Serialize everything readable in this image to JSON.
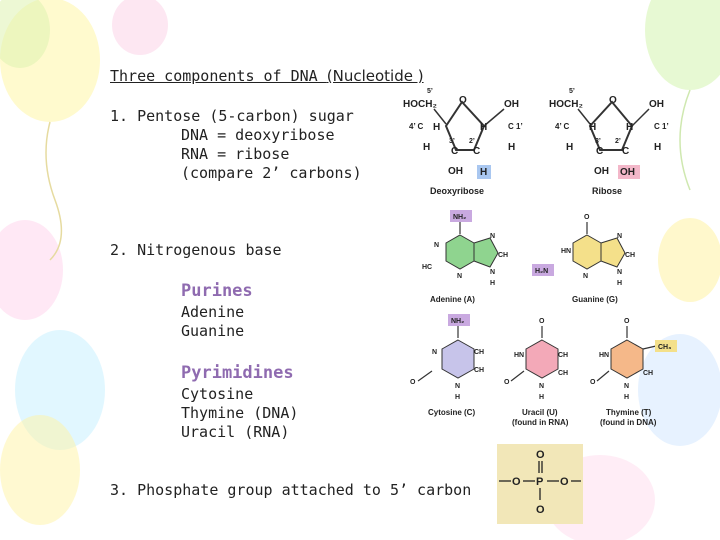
{
  "title_prefix": "Three components of DNA ",
  "title_paren": "(Nucleotide )",
  "section1": {
    "heading": "1. Pentose (5-carbon) sugar",
    "lines": [
      "DNA = deoxyribose",
      "RNA = ribose",
      "(compare 2’ carbons)"
    ]
  },
  "section2": {
    "heading": "2. Nitrogenous base",
    "purines_heading": "Purines",
    "purines": [
      "Adenine",
      "Guanine"
    ],
    "pyrimidines_heading": "Pyrimidines",
    "pyrimidines": [
      "Cytosine",
      "Thymine (DNA)",
      "Uracil (RNA)"
    ]
  },
  "section3": {
    "heading": "3. Phosphate group attached to 5’ carbon"
  },
  "sugars": {
    "deoxyribose_label": "Deoxyribose",
    "ribose_label": "Ribose",
    "hoch2": "HOCH₂",
    "oh": "OH",
    "h": "H",
    "o": "O",
    "c": "C",
    "c1": "C 1’",
    "c4": "4’ C",
    "c2": "2’",
    "c3": "3’",
    "five": "5’"
  },
  "bases": {
    "adenine": "Adenine (A)",
    "guanine": "Guanine (G)",
    "cytosine": "Cytosine (C)",
    "uracil_line1": "Uracil (U)",
    "uracil_line2": "(found in RNA)",
    "thymine_line1": "Thymine (T)",
    "thymine_line2": "(found in DNA)",
    "nh2": "NH₂",
    "h2n": "H₂N",
    "o": "O",
    "ch3": "CH₃",
    "hc": "HC",
    "ch": "CH",
    "hn": "HN",
    "n": "N",
    "h": "H"
  },
  "phosphate": {
    "p": "P",
    "o": "O"
  },
  "colors": {
    "purple_heading": "#8f6bb0",
    "green_base": "#8fd48f",
    "yellow_base": "#f4e08a",
    "lavender_base": "#c7c4ea",
    "pink_base": "#f3a9b8",
    "orange_base": "#f5b889",
    "phosphate_bg": "#f2e7b8"
  }
}
